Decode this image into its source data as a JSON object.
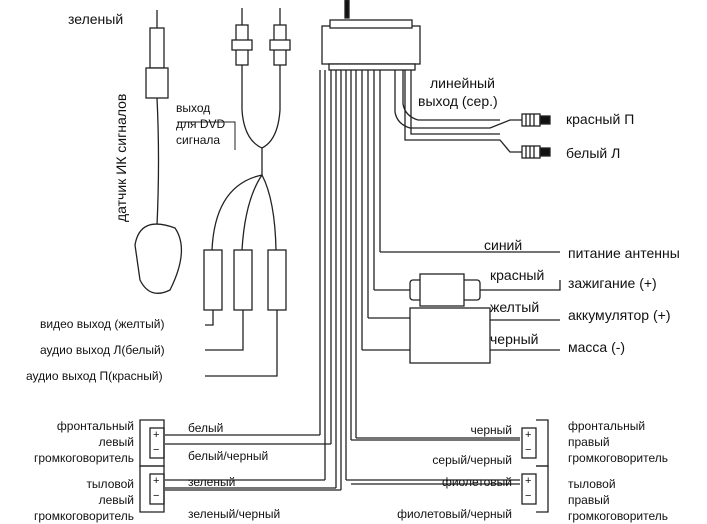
{
  "ir": {
    "top": "зеленый",
    "side": "датчик ИК сигналов"
  },
  "dvd": {
    "label": "выход\nдля DVD\nсигнала",
    "l1": "выход",
    "l2": "для DVD",
    "l3": "сигнала"
  },
  "rca_out": {
    "video": "видео выход (желтый)",
    "audio_l": "аудио выход Л(белый)",
    "audio_r": "аудио выход П(красный)"
  },
  "line_out": {
    "l1": "линейный",
    "l2": "выход (сер.)",
    "red": "красный П",
    "white": "белый Л"
  },
  "power": [
    {
      "wire": "синий",
      "func": "питание антенны"
    },
    {
      "wire": "красный",
      "func": "зажигание (+)"
    },
    {
      "wire": "желтый",
      "func": "аккумулятор (+)"
    },
    {
      "wire": "черный",
      "func": "масса (-)"
    }
  ],
  "speakers": {
    "front_left": {
      "l1": "фронтальный",
      "l2": "левый",
      "l3": "громкоговоритель",
      "pos": "белый",
      "neg": "белый/черный"
    },
    "rear_left": {
      "l1": "тыловой",
      "l2": "левый",
      "l3": "громкоговоритель",
      "pos": "зеленый",
      "neg": "зеленый/черный"
    },
    "front_right": {
      "l1": "фронтальный",
      "l2": "правый",
      "l3": "громкоговоритель",
      "pos": "черный",
      "neg": "серый/черный"
    },
    "rear_right": {
      "l1": "тыловой",
      "l2": "правый",
      "l3": "громкоговоритель",
      "pos": "фиолетовый",
      "neg": "фиолетовый/черный"
    }
  },
  "polarity": {
    "plus": "+",
    "minus": "−"
  }
}
